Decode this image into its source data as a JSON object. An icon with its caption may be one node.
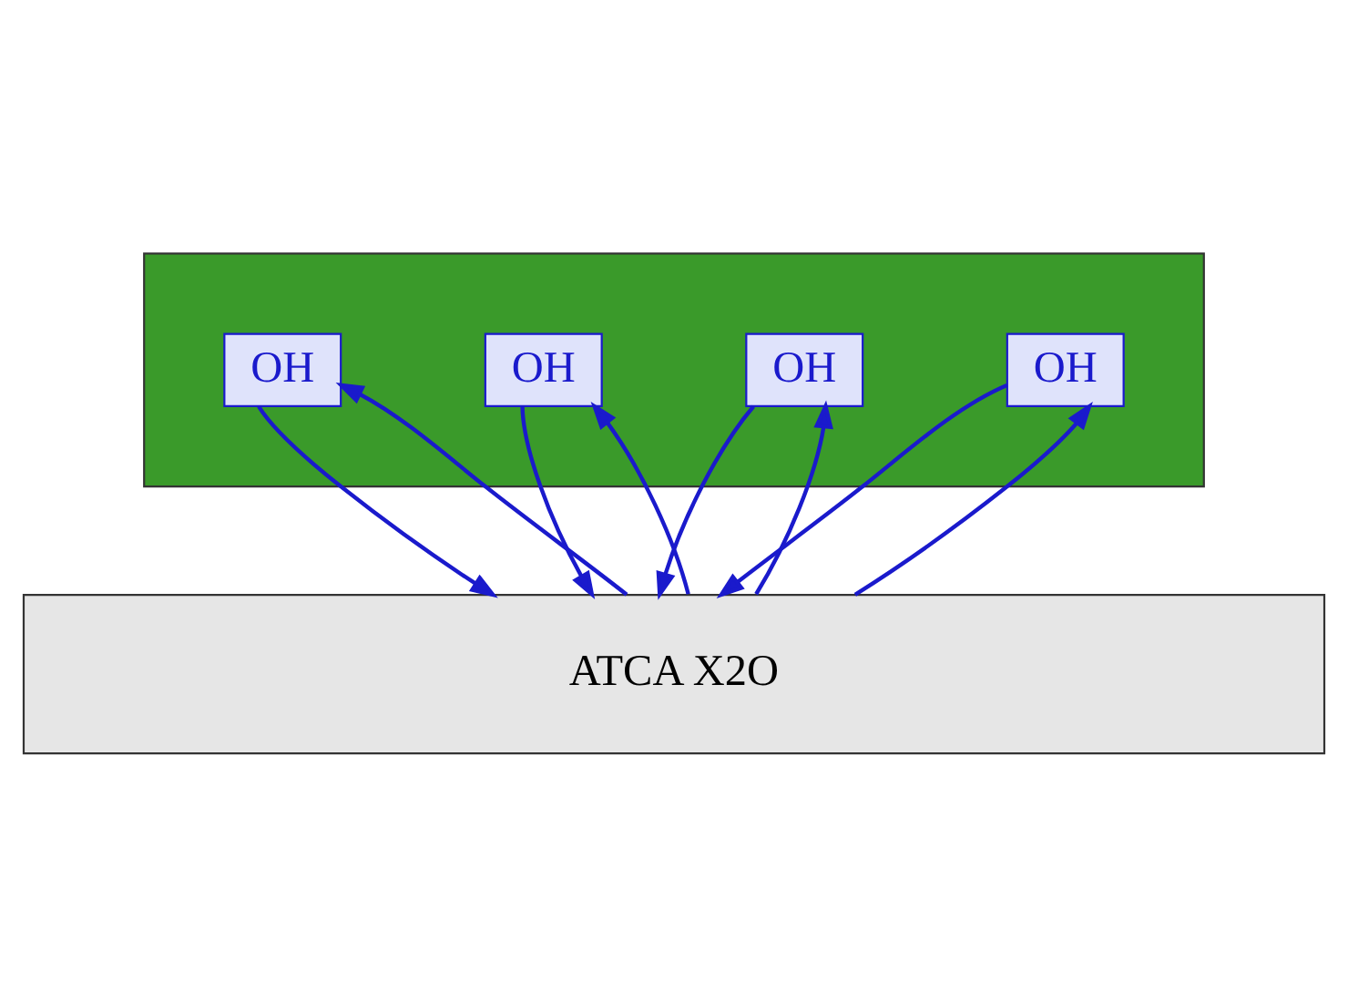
{
  "diagram": {
    "nodes": [
      {
        "text": [],
        "shape": "trapezoid"
      },
      {
        "text": [
          "OH"
        ],
        "in": 0
      },
      {
        "text": [
          "OH"
        ],
        "in": 0
      },
      {
        "text": [
          "OH"
        ],
        "in": 0
      },
      {
        "text": [
          "OH"
        ],
        "in": 0
      },
      {
        "text": [
          "ATCA X2O"
        ]
      }
    ],
    "edges": [
      {
        "from": 5,
        "to": 1,
        "arrow": "to"
      },
      {
        "from": 1,
        "to": 5,
        "arrow": "to"
      },
      {
        "from": 5,
        "to": 2,
        "arrow": "to"
      },
      {
        "from": 2,
        "to": 5,
        "arrow": "to"
      },
      {
        "from": 5,
        "to": 3,
        "arrow": "to"
      },
      {
        "from": 3,
        "to": 5,
        "arrow": "to"
      },
      {
        "from": 5,
        "to": 4,
        "arrow": "to"
      },
      {
        "from": 4,
        "to": 5,
        "arrow": "to"
      }
    ]
  }
}
